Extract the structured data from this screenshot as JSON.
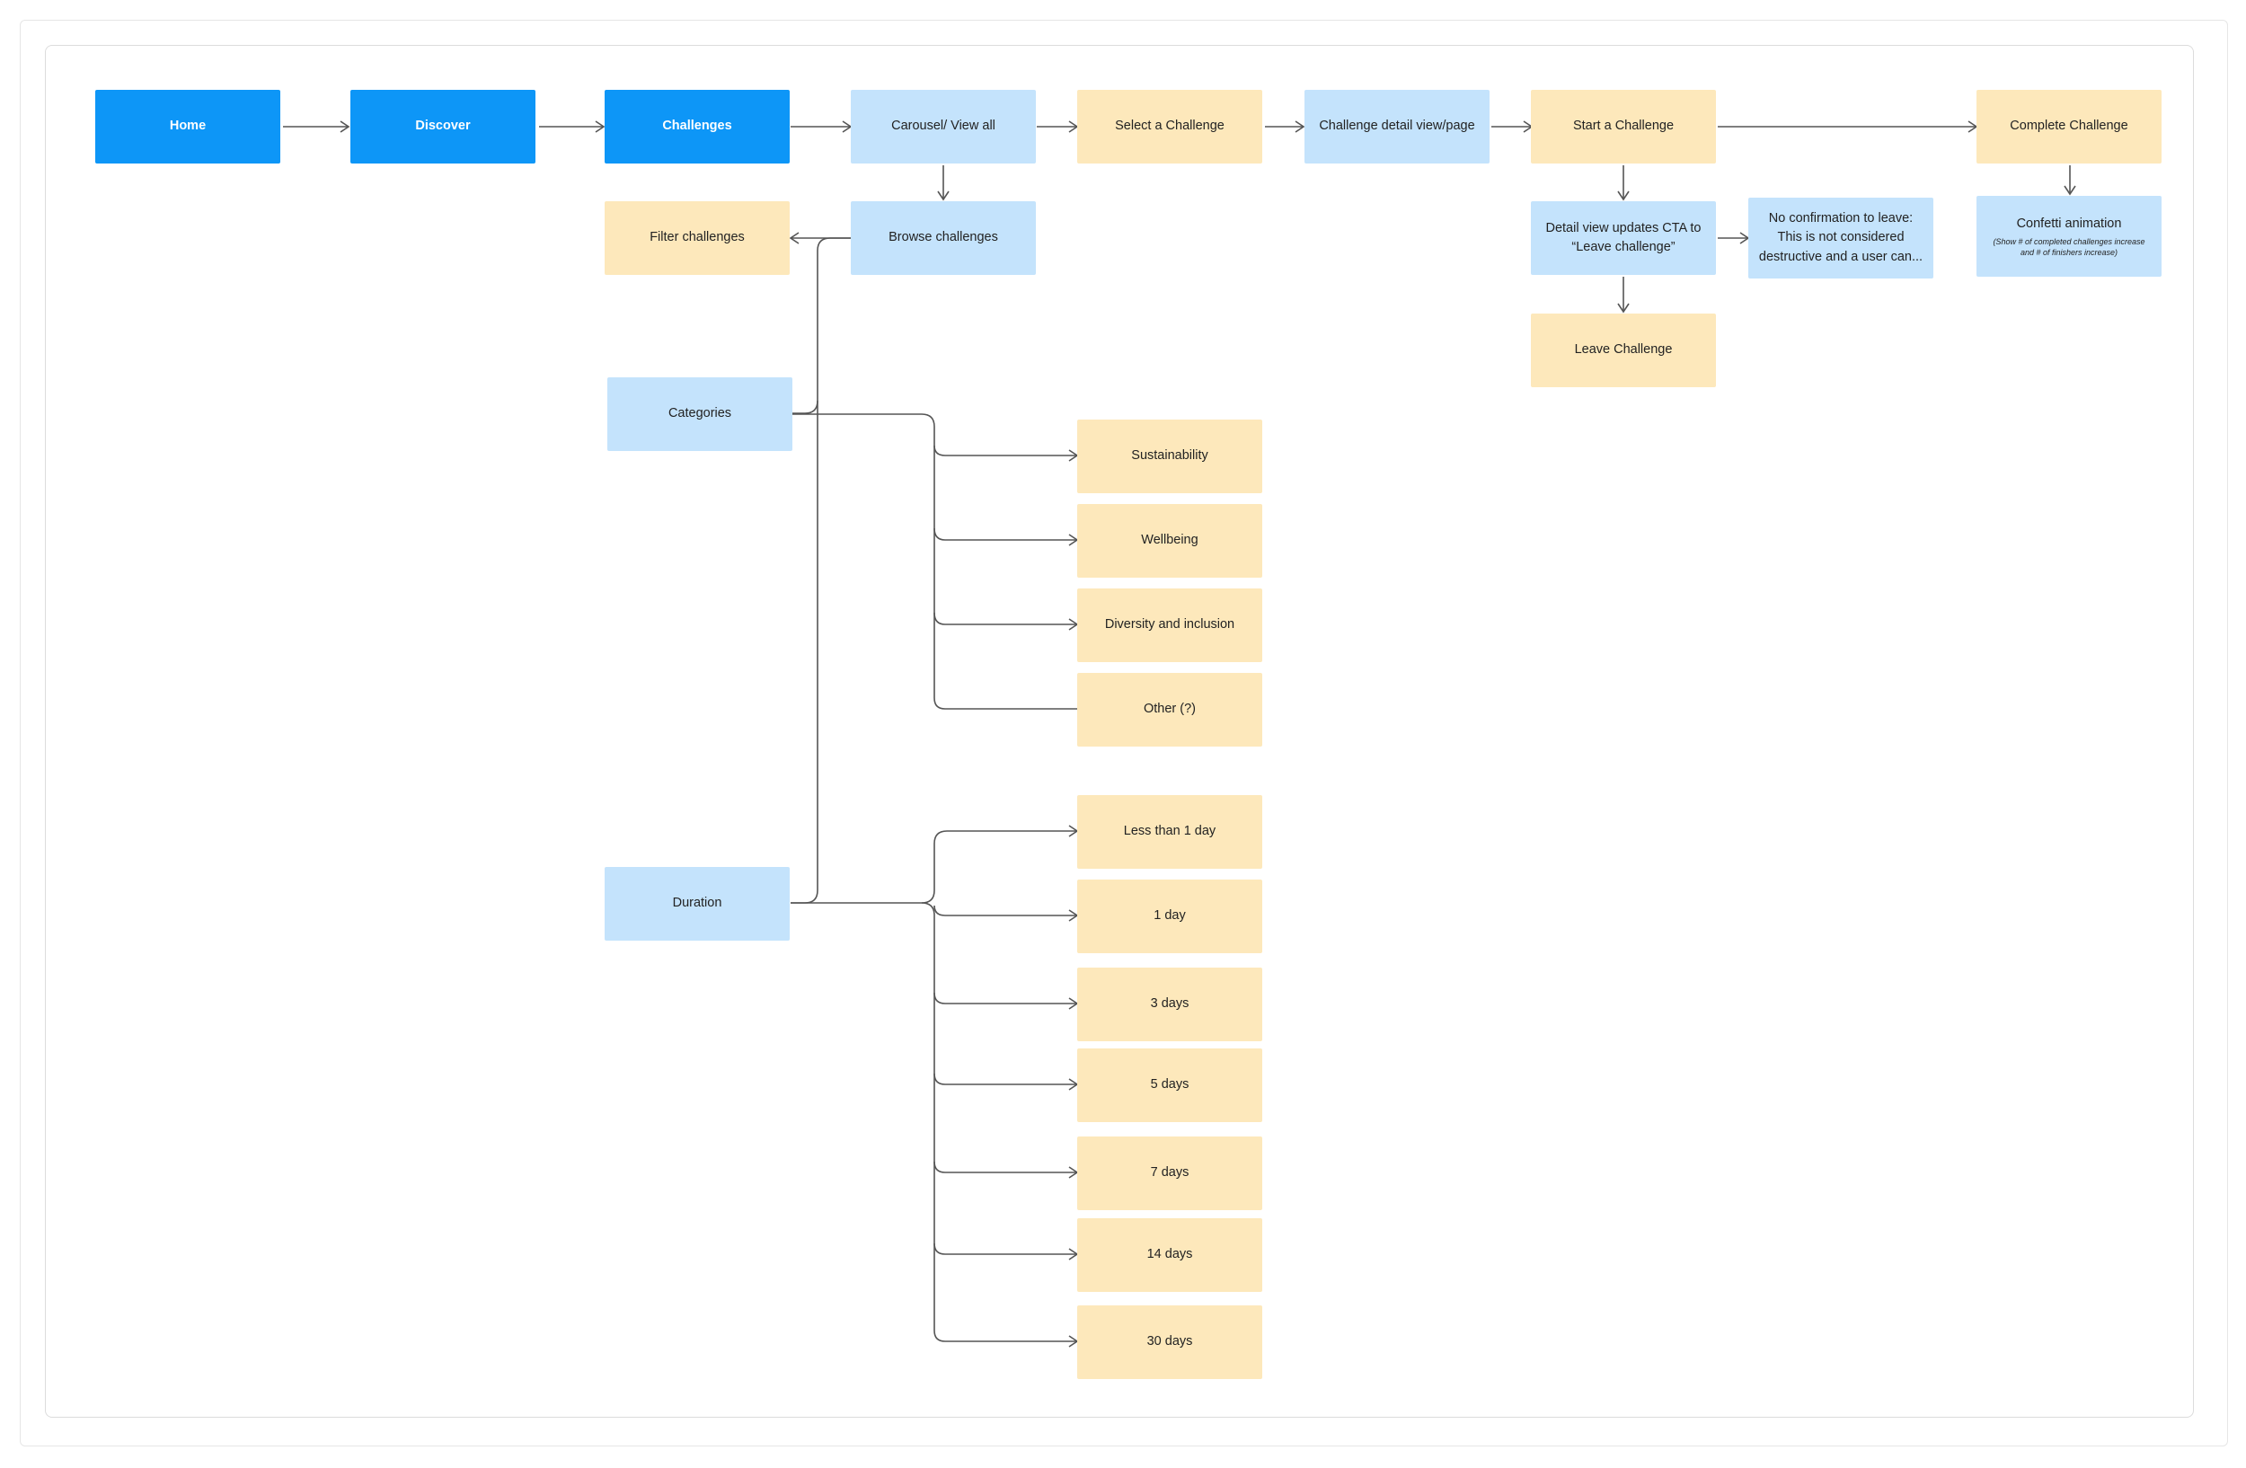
{
  "colors": {
    "primary": "#0d96f7",
    "light_blue": "#c4e3fc",
    "yellow": "#fde8bb",
    "connector": "#555555"
  },
  "nodes": {
    "home": "Home",
    "discover": "Discover",
    "challenges": "Challenges",
    "carousel": "Carousel/ View all",
    "select_challenge": "Select a Challenge",
    "challenge_detail": "Challenge detail view/page",
    "start_challenge": "Start a Challenge",
    "complete_challenge": "Complete Challenge",
    "filter_challenges": "Filter challenges",
    "browse_challenges": "Browse challenges",
    "detail_view_updates": "Detail view updates CTA to “Leave challenge”",
    "no_confirmation": "No confirmation to leave: This is not considered destructive and a user can...",
    "confetti": "Confetti  animation",
    "confetti_note": "(Show # of completed challenges increase and # of finishers increase)",
    "leave_challenge": "Leave Challenge",
    "categories": "Categories",
    "duration": "Duration"
  },
  "categories": [
    "Sustainability",
    "Wellbeing",
    "Diversity and inclusion",
    "Other (?)"
  ],
  "durations": [
    "Less than 1 day",
    "1 day",
    "3 days",
    "5 days",
    "7 days",
    "14 days",
    "30 days"
  ]
}
